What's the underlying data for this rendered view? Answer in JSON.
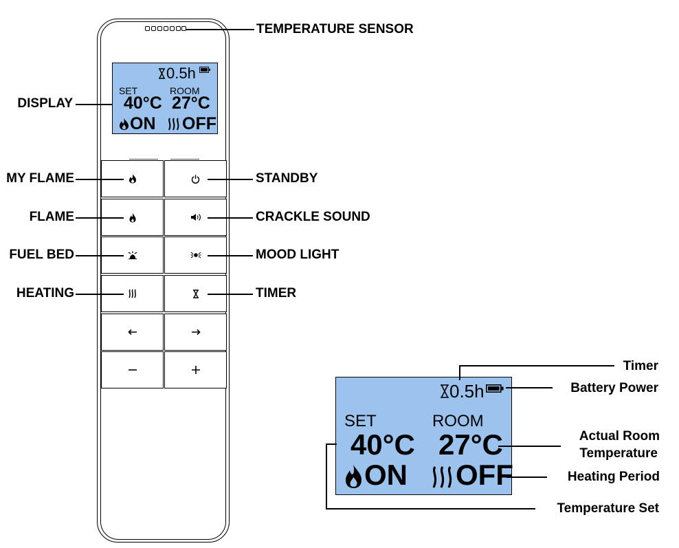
{
  "callouts": {
    "temperature_sensor": "TEMPERATURE SENSOR",
    "display": "DISPLAY",
    "my_flame": "MY FLAME",
    "standby": "STANDBY",
    "flame": "FLAME",
    "crackle_sound": "CRACKLE SOUND",
    "fuel_bed": "FUEL BED",
    "mood_light": "MOOD LIGHT",
    "heating": "HEATING",
    "timer": "TIMER"
  },
  "remote_display": {
    "timer_value": "0.5h",
    "set_label": "SET",
    "room_label": "ROOM",
    "set_temp": "40°C",
    "room_temp": "27°C",
    "flame_state": "ON",
    "heat_state": "OFF"
  },
  "detail_display": {
    "timer_value": "0.5h",
    "set_label": "SET",
    "room_label": "ROOM",
    "set_temp": "40°C",
    "room_temp": "27°C",
    "flame_state": "ON",
    "heat_state": "OFF"
  },
  "detail_callouts": {
    "timer": "Timer",
    "battery_power": "Battery Power",
    "actual_room_temperature_line1": "Actual Room",
    "actual_room_temperature_line2": "Temperature",
    "heating_period": "Heating Period",
    "temperature_set": "Temperature Set"
  },
  "buttons": {
    "left": [
      "my-flame-icon",
      "flame-icon",
      "fuel-bed-icon",
      "heating-icon",
      "arrow-left-icon",
      "minus-icon"
    ],
    "right": [
      "power-icon",
      "speaker-icon",
      "mood-light-icon",
      "hourglass-icon",
      "arrow-right-icon",
      "plus-icon"
    ]
  },
  "colors": {
    "lcd": "#9cc3ee",
    "ink": "#000000"
  }
}
